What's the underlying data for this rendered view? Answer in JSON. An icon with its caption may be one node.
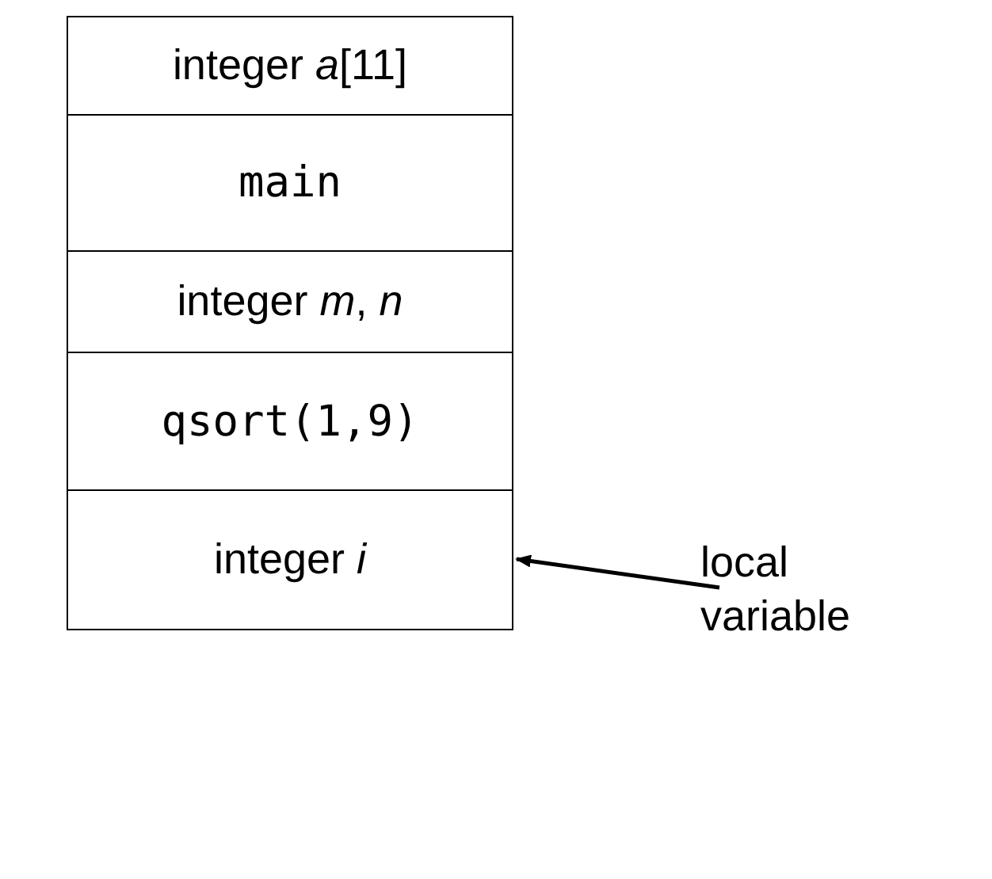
{
  "diagram": {
    "nodes": [
      {
        "text": [
          "integer *a*[11]"
        ]
      },
      {
        "text": [
          "main"
        ]
      },
      {
        "text": [
          "integer *m*, *n*"
        ]
      },
      {
        "text": [
          "qsort(1,9)"
        ]
      },
      {
        "text": [
          "integer *i*"
        ]
      },
      {
        "text": [
          "local variable"
        ]
      }
    ],
    "edges": [
      {
        "from": 5,
        "to": 4,
        "arrow": "to"
      }
    ]
  }
}
